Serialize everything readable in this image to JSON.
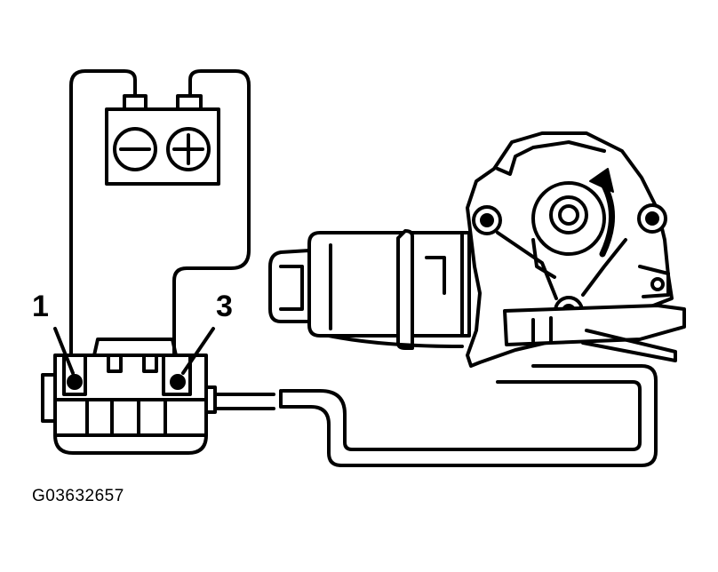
{
  "diagram": {
    "pin_labels": {
      "left": "1",
      "right": "3"
    },
    "figure_id": "G03632657",
    "battery": {
      "negative_icon": "minus-symbol",
      "positive_icon": "plus-symbol"
    },
    "motor": {
      "rotation_indicator": "curved-arrow-icon"
    },
    "colors": {
      "ink": "#000000",
      "paper": "#ffffff"
    }
  }
}
